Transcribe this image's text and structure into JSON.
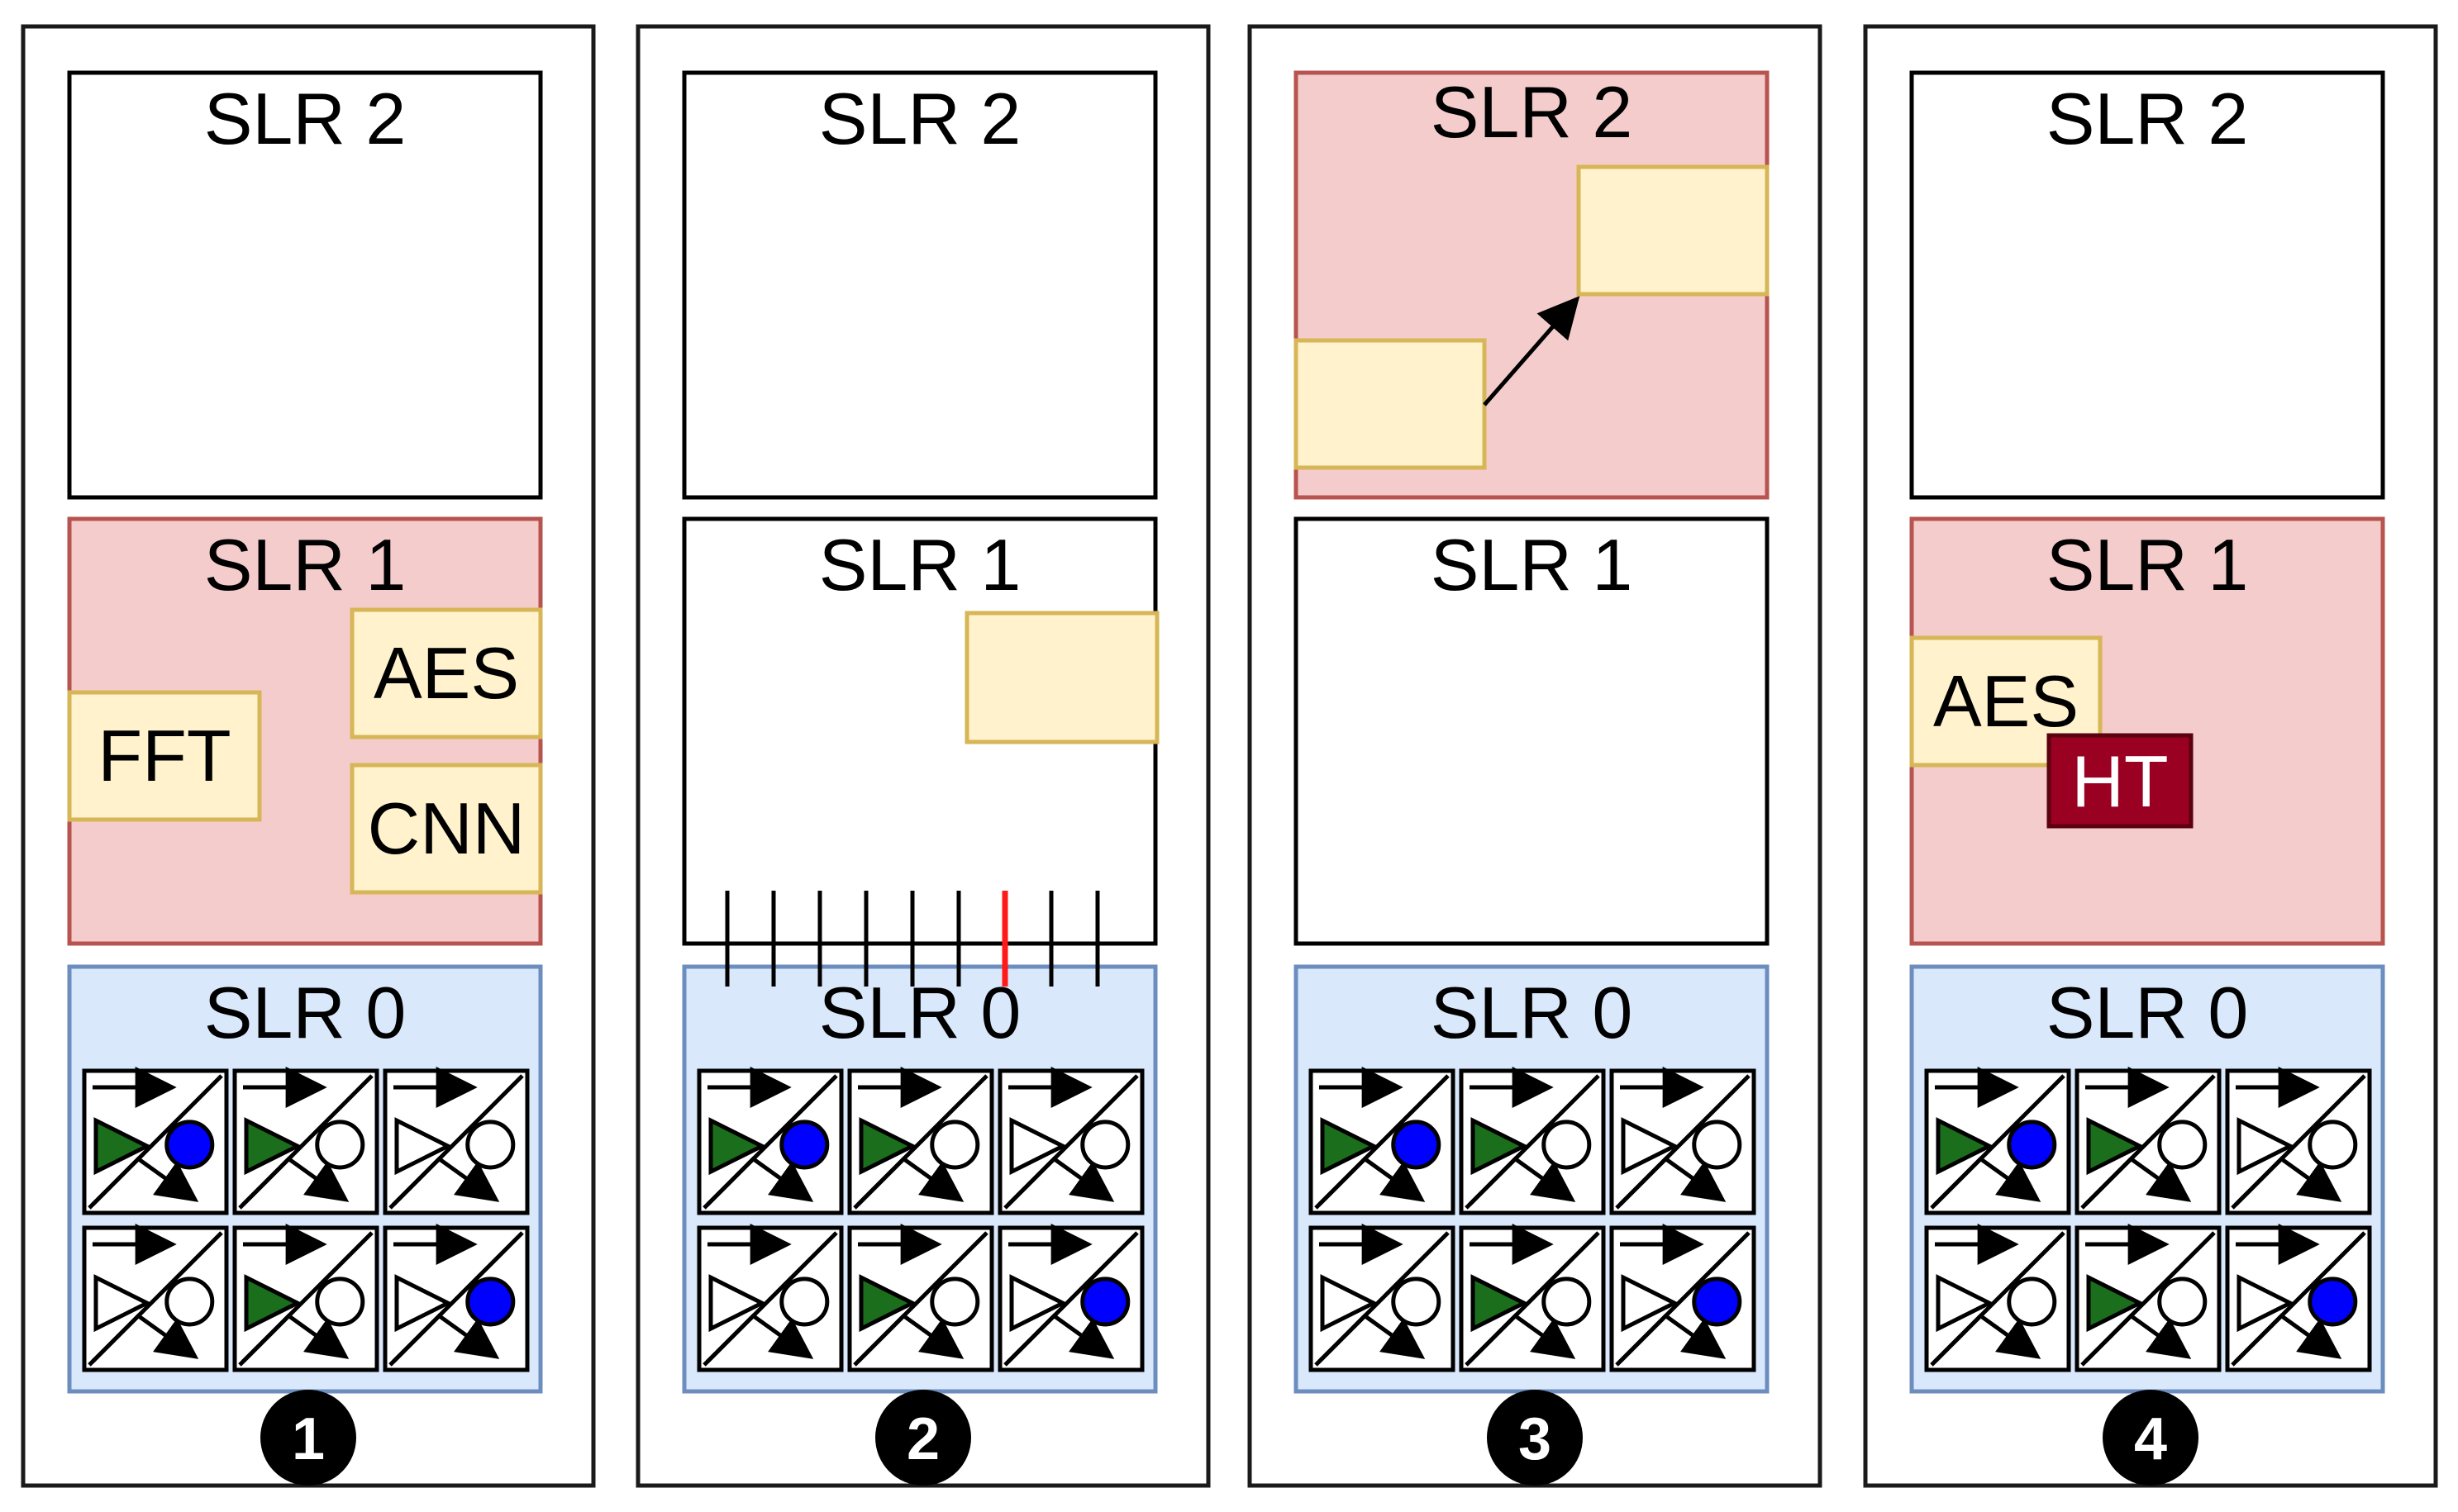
{
  "colors": {
    "frame_border": "#1a1a1a",
    "active_fill": "#f5cccc",
    "active_border": "#b85450",
    "idle_fill": "#ffffff",
    "idle_border": "#000000",
    "base_fill": "#dae8fc",
    "base_border": "#6c8ebf",
    "block_fill": "#fff2cc",
    "block_border": "#d6b656",
    "trojan_fill": "#990022",
    "trojan_border": "#5a0010",
    "probe_normal": "#000000",
    "probe_faulty": "#ff1a1a",
    "tile_active_triangle": "#1b6e1b",
    "tile_active_dot": "#0000ff"
  },
  "panels": [
    {
      "step": "1",
      "slrs": [
        {
          "label": "SLR 2",
          "state": "idle"
        },
        {
          "label": "SLR 1",
          "state": "active"
        },
        {
          "label": "SLR 0",
          "state": "base"
        }
      ],
      "blocks": [
        {
          "label": "AES"
        },
        {
          "label": "FFT"
        },
        {
          "label": "CNN"
        }
      ]
    },
    {
      "step": "2",
      "slrs": [
        {
          "label": "SLR 2",
          "state": "idle"
        },
        {
          "label": "SLR 1",
          "state": "idle"
        },
        {
          "label": "SLR 0",
          "state": "base"
        }
      ],
      "blocks": [
        {
          "label": ""
        }
      ],
      "probe_count": 9,
      "faulty_probe_index": 6
    },
    {
      "step": "3",
      "slrs": [
        {
          "label": "SLR 2",
          "state": "active"
        },
        {
          "label": "SLR 1",
          "state": "idle"
        },
        {
          "label": "SLR 0",
          "state": "base"
        }
      ],
      "blocks": [
        {
          "label": ""
        },
        {
          "label": ""
        }
      ],
      "arrow": "lower-left block to upper-right block"
    },
    {
      "step": "4",
      "slrs": [
        {
          "label": "SLR 2",
          "state": "idle"
        },
        {
          "label": "SLR 1",
          "state": "active"
        },
        {
          "label": "SLR 0",
          "state": "base"
        }
      ],
      "blocks": [
        {
          "label": "AES"
        }
      ],
      "trojan": {
        "label": "HT"
      }
    }
  ],
  "tile_grid": {
    "rows": 2,
    "cols": 3,
    "tiles": [
      {
        "triangle_filled": true,
        "dot_filled": true
      },
      {
        "triangle_filled": true,
        "dot_filled": false
      },
      {
        "triangle_filled": false,
        "dot_filled": false
      },
      {
        "triangle_filled": false,
        "dot_filled": false
      },
      {
        "triangle_filled": true,
        "dot_filled": false
      },
      {
        "triangle_filled": false,
        "dot_filled": true
      }
    ]
  }
}
